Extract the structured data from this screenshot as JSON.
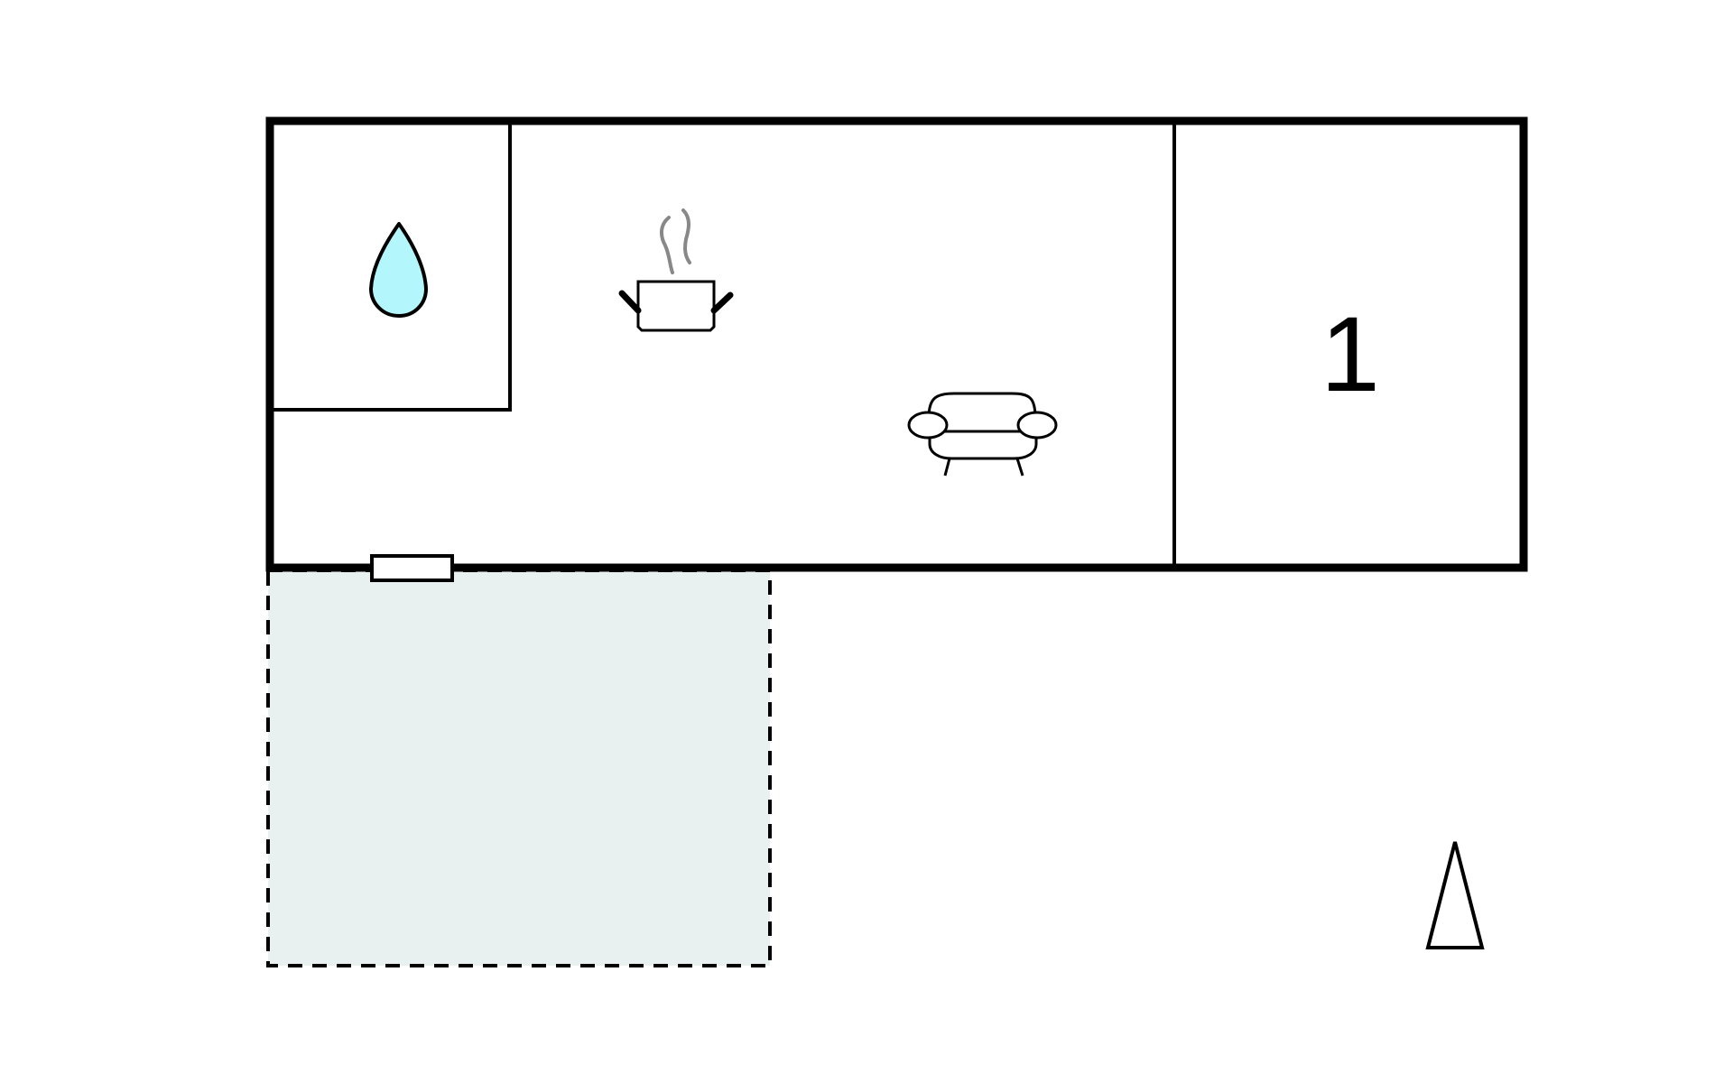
{
  "floor_plan": {
    "rooms": [
      {
        "id": "bathroom",
        "icon": "water-drop-icon"
      },
      {
        "id": "kitchen",
        "icon": "cooking-pot-icon"
      },
      {
        "id": "living-room",
        "icon": "sofa-icon"
      },
      {
        "id": "bedroom",
        "label": "1"
      }
    ],
    "terrace": {
      "style": "dashed-outline"
    },
    "compass": {
      "icon": "north-arrow-icon"
    }
  },
  "colors": {
    "wall": "#000000",
    "water": "#b3f6fb",
    "terrace_fill": "#e9f0f0",
    "steam": "#888888",
    "background": "#ffffff"
  }
}
